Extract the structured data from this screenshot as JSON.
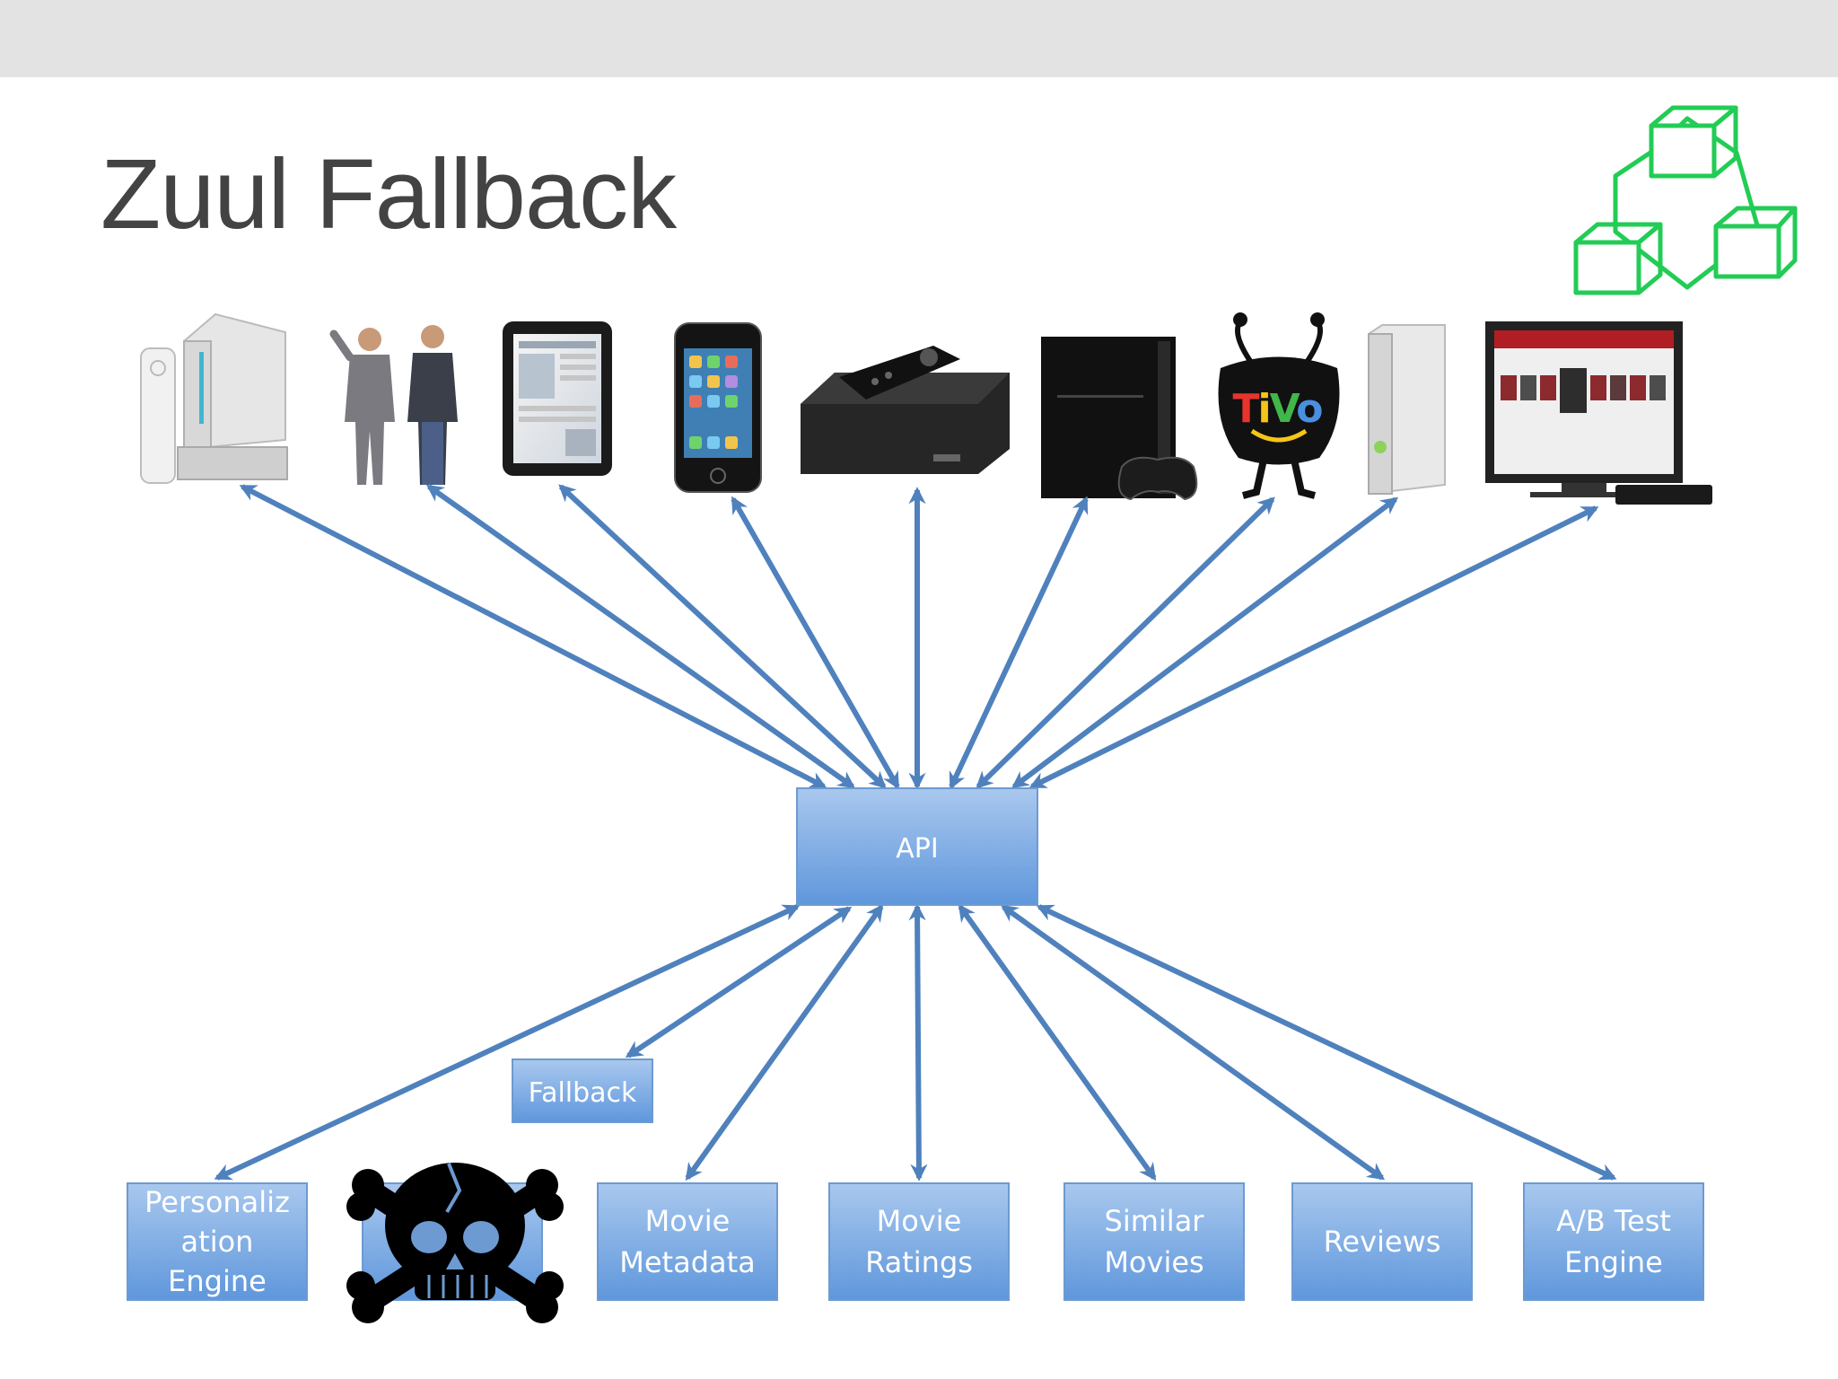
{
  "slide": {
    "title": "Zuul Fallback"
  },
  "colors": {
    "arrow": "#4f81bd",
    "box_top": "#a9c8ee",
    "box_bottom": "#5f97dc",
    "box_border": "#6d9ad1",
    "logo": "#22cc55",
    "top_bar": "#e3e3e3"
  },
  "clients": [
    {
      "name": "wii",
      "icon": "wii-console-icon"
    },
    {
      "name": "pc-mac",
      "icon": "two-people-icon"
    },
    {
      "name": "ipad",
      "icon": "tablet-icon"
    },
    {
      "name": "iphone",
      "icon": "smartphone-icon"
    },
    {
      "name": "roku",
      "icon": "set-top-box-icon"
    },
    {
      "name": "ps3",
      "icon": "game-console-icon"
    },
    {
      "name": "tivo",
      "icon": "tivo-mascot-icon",
      "text": "TiVo"
    },
    {
      "name": "xbox",
      "icon": "xbox-console-icon"
    },
    {
      "name": "smart-tv",
      "icon": "television-icon"
    }
  ],
  "api": {
    "label": "API"
  },
  "fallback": {
    "label": "Fallback"
  },
  "services": [
    {
      "lines": [
        "Personaliz",
        "ation",
        "Engine"
      ]
    },
    {
      "lines": [],
      "icon": "skull-crossbones-icon"
    },
    {
      "lines": [
        "Movie",
        "Metadata"
      ]
    },
    {
      "lines": [
        "Movie",
        "Ratings"
      ]
    },
    {
      "lines": [
        "Similar",
        "Movies"
      ]
    },
    {
      "lines": [
        "Reviews"
      ]
    },
    {
      "lines": [
        "A/B Test",
        "Engine"
      ]
    }
  ]
}
